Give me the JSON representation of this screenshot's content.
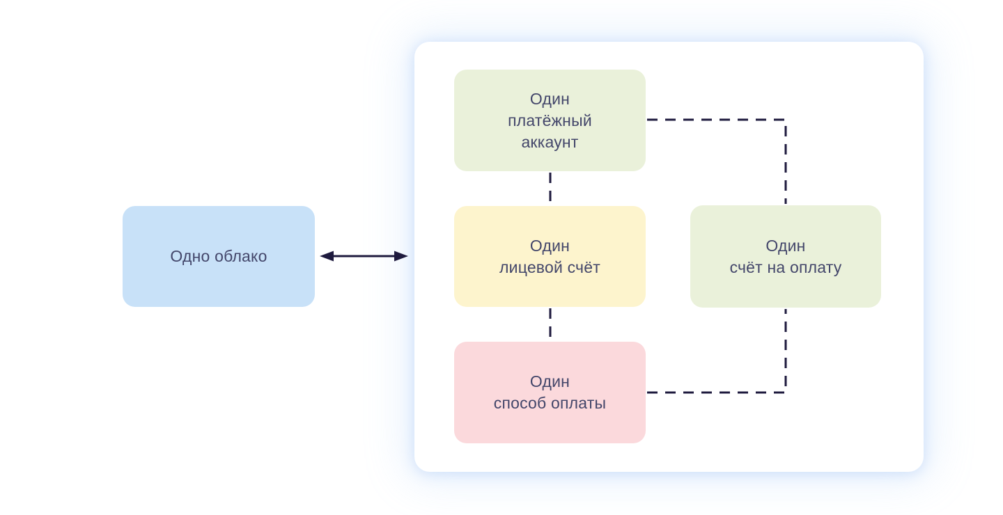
{
  "diagram": {
    "title": "Billing entities relation diagram",
    "nodes": {
      "cloud": {
        "label": "Одно облако",
        "color": "#C8E1F8"
      },
      "payment_account": {
        "label": "Один\nплатёжный\nаккаунт",
        "color": "#EAF1DA"
      },
      "personal_account": {
        "label": "Один\nлицевой счёт",
        "color": "#FDF4CD"
      },
      "invoice": {
        "label": "Один\nсчёт на оплату",
        "color": "#EAF1DA"
      },
      "payment_method": {
        "label": "Один\nспособ оплаты",
        "color": "#FBD9DC"
      }
    },
    "connections": [
      {
        "from": "cloud",
        "to": "billing_group",
        "style": "solid-double-arrow"
      },
      {
        "from": "payment_account",
        "to": "personal_account",
        "style": "dashed"
      },
      {
        "from": "payment_account",
        "to": "invoice",
        "style": "dashed"
      },
      {
        "from": "personal_account",
        "to": "payment_method",
        "style": "dashed"
      },
      {
        "from": "payment_method",
        "to": "invoice",
        "style": "dashed"
      }
    ],
    "colors": {
      "text": "#43466A",
      "line": "#1E1A3E",
      "card_background": "#FFFFFF",
      "card_glow": "#D9E8FB",
      "page_background": "#FFFFFF"
    }
  }
}
